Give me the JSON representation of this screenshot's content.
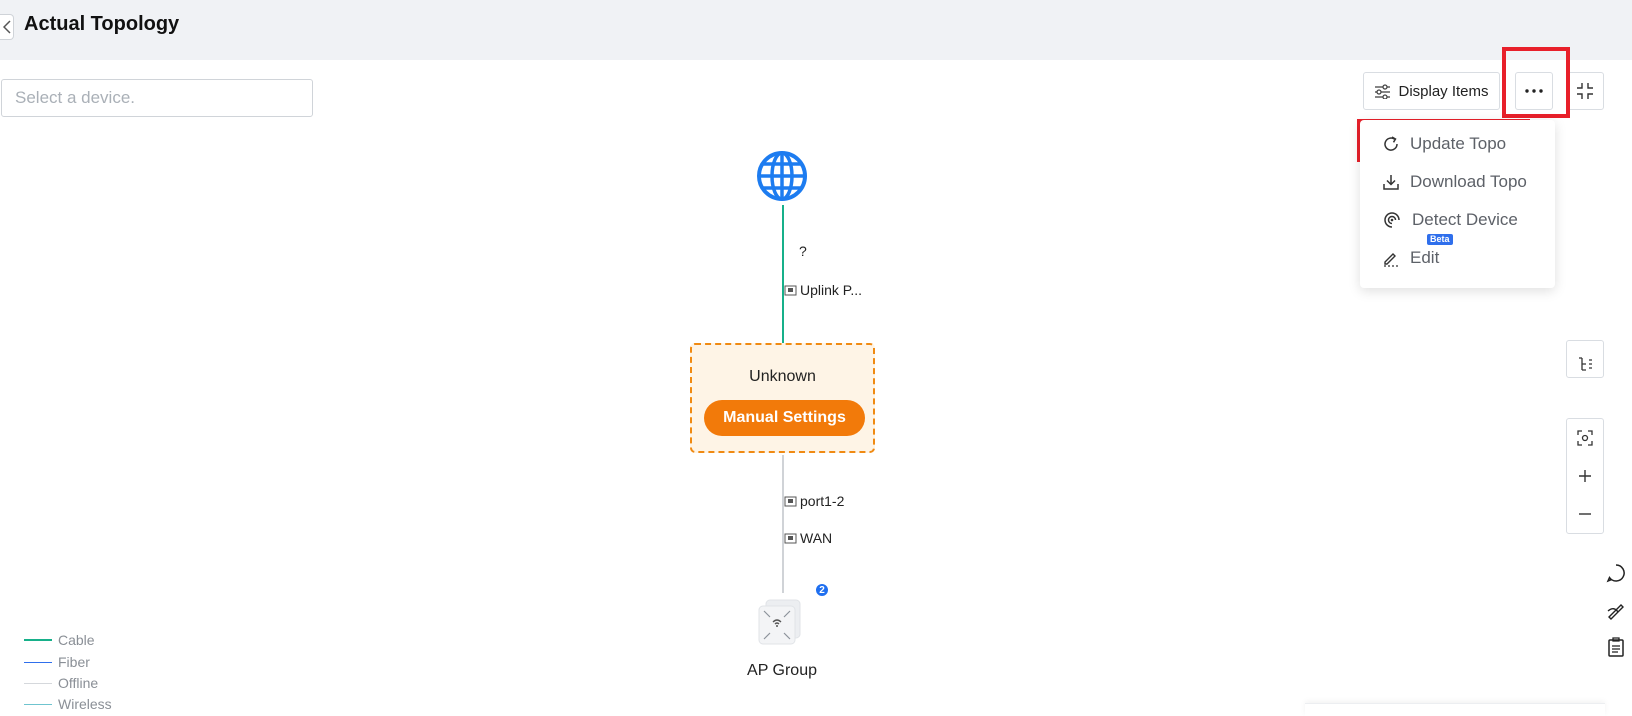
{
  "header": {
    "title": "Actual Topology"
  },
  "search": {
    "placeholder": "Select a device."
  },
  "toolbar": {
    "display_items_label": "Display Items"
  },
  "menu": {
    "items": [
      {
        "label": "Update Topo",
        "icon": "refresh-icon"
      },
      {
        "label": "Download Topo",
        "icon": "download-icon"
      },
      {
        "label": "Detect Device",
        "icon": "radar-icon",
        "badge": "Beta"
      },
      {
        "label": "Edit",
        "icon": "edit-icon"
      }
    ]
  },
  "topology": {
    "internet_icon": "globe-icon",
    "edge_top": {
      "label_question": "?",
      "label_port": "Uplink P..."
    },
    "unknown_node": {
      "label": "Unknown",
      "button": "Manual Settings"
    },
    "edge_bottom": {
      "label_port1": "port1-2",
      "label_port2": "WAN"
    },
    "ap_group": {
      "label": "AP Group",
      "count": "2"
    }
  },
  "legend": {
    "items": [
      {
        "label": "Cable",
        "color": "#17b08a"
      },
      {
        "label": "Fiber",
        "color": "#2f6fec"
      },
      {
        "label": "Offline",
        "color": "#d5d8dc"
      },
      {
        "label": "Wireless",
        "color": "#6fc4cf"
      }
    ]
  },
  "colors": {
    "accent_orange": "#f27a0a",
    "highlight_red": "#e8202a",
    "link_green": "#17b08a"
  }
}
